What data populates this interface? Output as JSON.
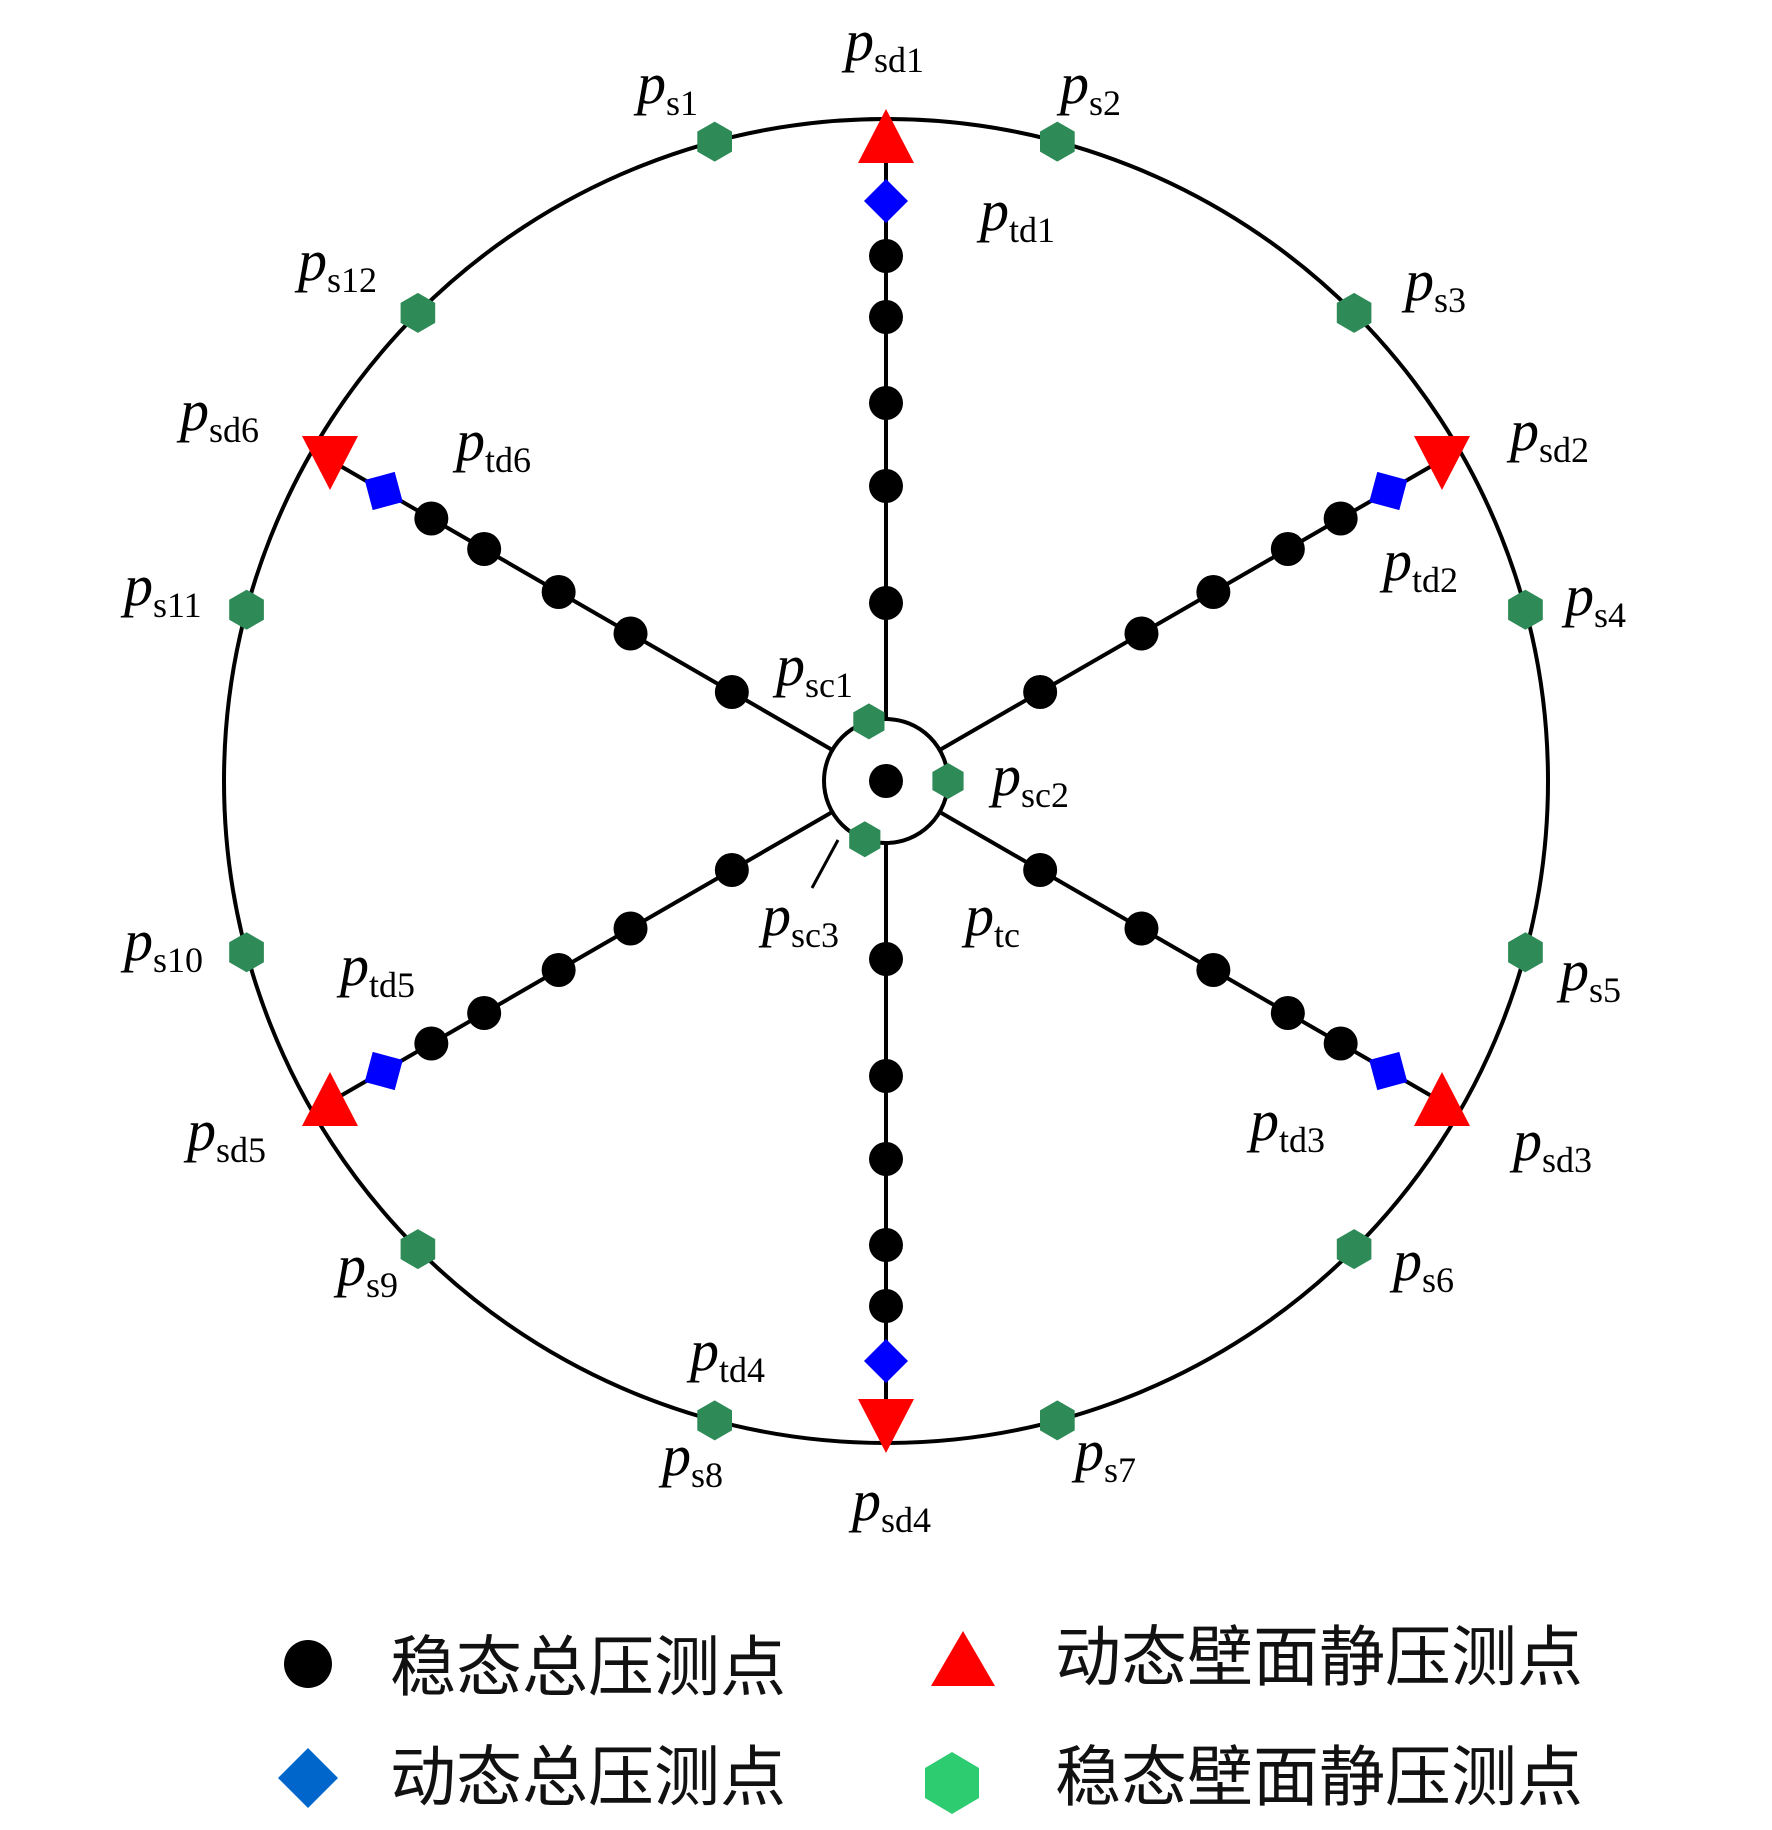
{
  "diagram": {
    "colors": {
      "line": "#000000",
      "steady_total": "#000000",
      "dynamic_total": "#0000ff",
      "dynamic_wall": "#ff0000",
      "steady_wall": "#2e8b57"
    },
    "labels": {
      "psd1": {
        "main": "p",
        "sub": "sd1"
      },
      "psd2": {
        "main": "p",
        "sub": "sd2"
      },
      "psd3": {
        "main": "p",
        "sub": "sd3"
      },
      "psd4": {
        "main": "p",
        "sub": "sd4"
      },
      "psd5": {
        "main": "p",
        "sub": "sd5"
      },
      "psd6": {
        "main": "p",
        "sub": "sd6"
      },
      "ptd1": {
        "main": "p",
        "sub": "td1"
      },
      "ptd2": {
        "main": "p",
        "sub": "td2"
      },
      "ptd3": {
        "main": "p",
        "sub": "td3"
      },
      "ptd4": {
        "main": "p",
        "sub": "td4"
      },
      "ptd5": {
        "main": "p",
        "sub": "td5"
      },
      "ptd6": {
        "main": "p",
        "sub": "td6"
      },
      "ps1": {
        "main": "p",
        "sub": "s1"
      },
      "ps2": {
        "main": "p",
        "sub": "s2"
      },
      "ps3": {
        "main": "p",
        "sub": "s3"
      },
      "ps4": {
        "main": "p",
        "sub": "s4"
      },
      "ps5": {
        "main": "p",
        "sub": "s5"
      },
      "ps6": {
        "main": "p",
        "sub": "s6"
      },
      "ps7": {
        "main": "p",
        "sub": "s7"
      },
      "ps8": {
        "main": "p",
        "sub": "s8"
      },
      "ps9": {
        "main": "p",
        "sub": "s9"
      },
      "ps10": {
        "main": "p",
        "sub": "s10"
      },
      "ps11": {
        "main": "p",
        "sub": "s11"
      },
      "ps12": {
        "main": "p",
        "sub": "s12"
      },
      "psc1": {
        "main": "p",
        "sub": "sc1"
      },
      "psc2": {
        "main": "p",
        "sub": "sc2"
      },
      "psc3": {
        "main": "p",
        "sub": "sc3"
      },
      "ptc": {
        "main": "p",
        "sub": "tc"
      }
    }
  },
  "legend": {
    "items": [
      {
        "key": "steady_total",
        "label": "稳态总压测点",
        "icon": "circle"
      },
      {
        "key": "dynamic_wall",
        "label": "动态壁面静压测点",
        "icon": "triangle"
      },
      {
        "key": "dynamic_total",
        "label": "动态总压测点",
        "icon": "diamond"
      },
      {
        "key": "steady_wall",
        "label": "稳态壁面静压测点",
        "icon": "hexagon"
      }
    ]
  }
}
